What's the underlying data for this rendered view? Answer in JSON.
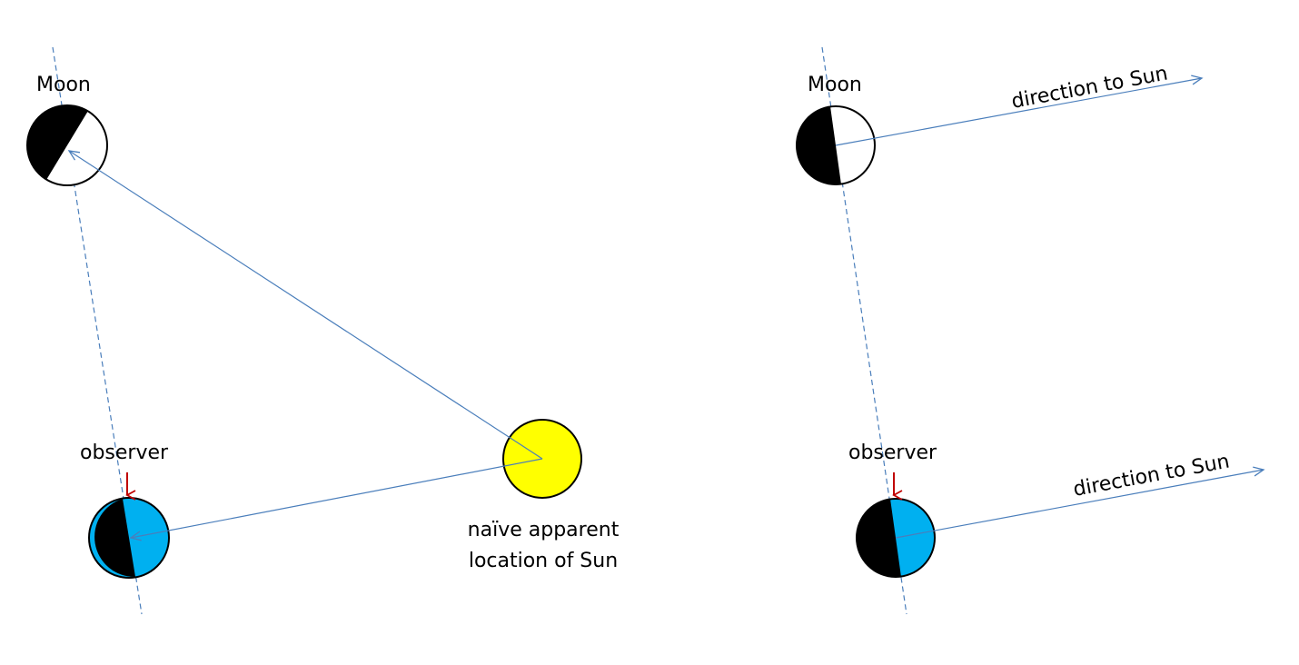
{
  "left": {
    "moon_label": "Moon",
    "observer_label": "observer",
    "sun_label_line1": "naïve apparent",
    "sun_label_line2": "location of Sun"
  },
  "right": {
    "moon_label": "Moon",
    "observer_label": "observer",
    "moon_direction_label": "direction to Sun",
    "observer_direction_label": "direction to Sun"
  },
  "colors": {
    "arrow": "#4a7ebb",
    "dashed_axis": "#4a7ebb",
    "sun": "#ffff00",
    "earth_day": "#00b0f0",
    "night": "#000000",
    "moon_day": "#ffffff",
    "observer_marker": "#c00000"
  }
}
